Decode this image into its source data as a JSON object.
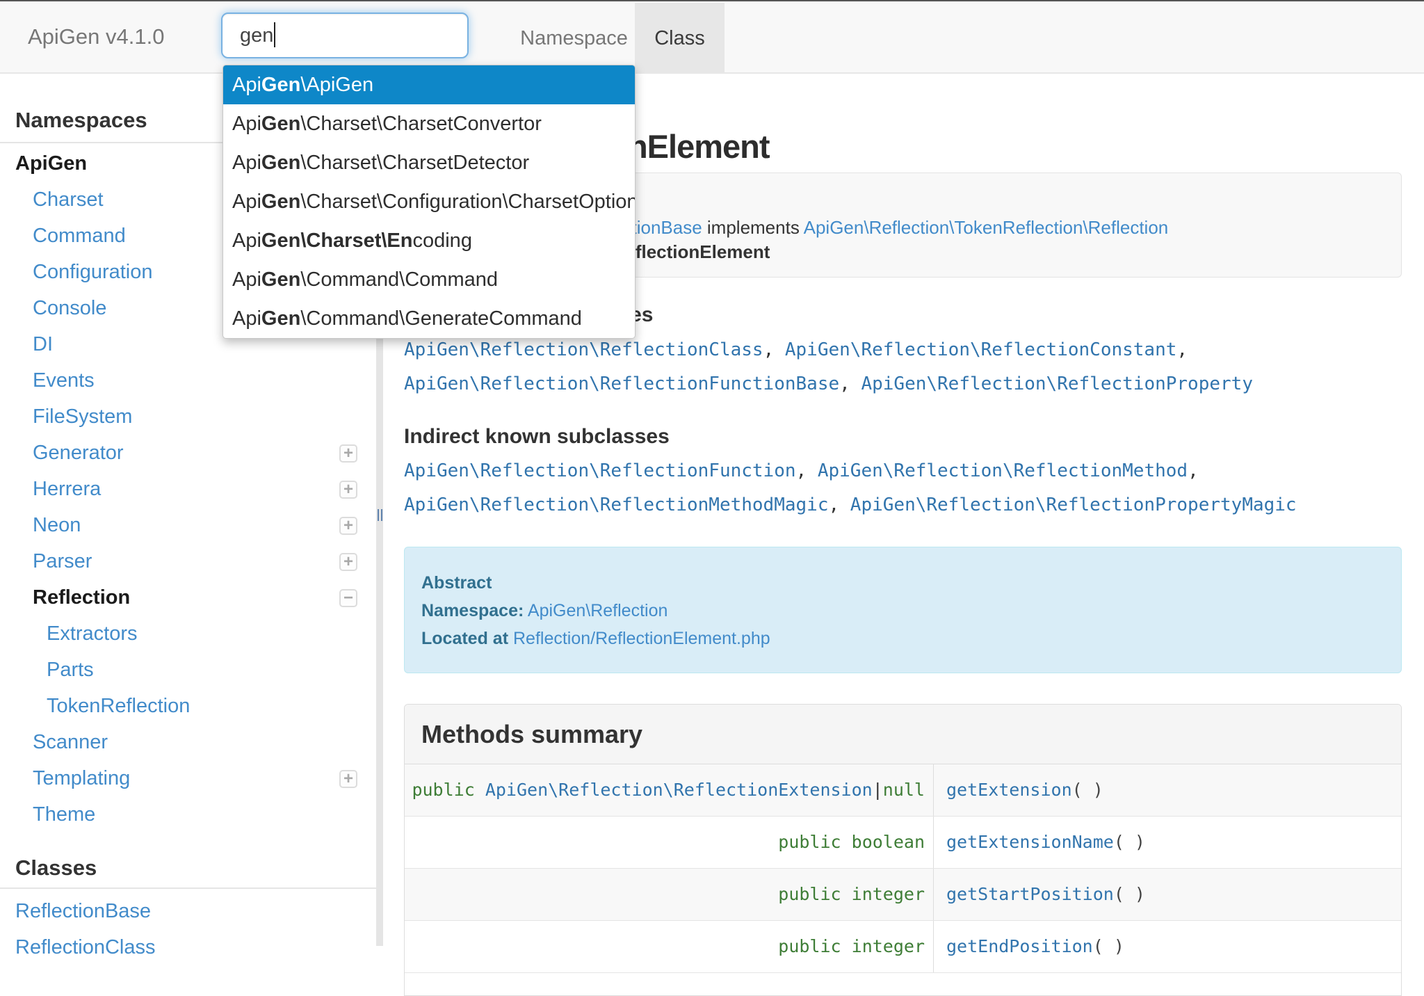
{
  "colors": {
    "accent_blue": "#0e87c8",
    "link_sans": "#428bca",
    "link_mono": "#3174ad",
    "keyword_green": "#3e7d36",
    "info_text": "#31708f",
    "info_bg": "#d9edf7",
    "tab_active_bg": "#e7e7e7"
  },
  "header": {
    "brand": "ApiGen v4.1.0",
    "search": {
      "value": "gen",
      "placeholder": ""
    },
    "tabs": [
      {
        "label": "Namespace",
        "active": false
      },
      {
        "label": "Class",
        "active": true
      }
    ]
  },
  "autocomplete": {
    "items": [
      {
        "selected": true,
        "segments": [
          [
            "Api",
            false
          ],
          [
            "Gen",
            true
          ],
          [
            "\\ApiGen",
            false
          ]
        ]
      },
      {
        "selected": false,
        "segments": [
          [
            "Api",
            false
          ],
          [
            "Gen",
            true
          ],
          [
            "\\Charset\\CharsetConvertor",
            false
          ]
        ]
      },
      {
        "selected": false,
        "segments": [
          [
            "Api",
            false
          ],
          [
            "Gen",
            true
          ],
          [
            "\\Charset\\CharsetDetector",
            false
          ]
        ]
      },
      {
        "selected": false,
        "segments": [
          [
            "Api",
            false
          ],
          [
            "Gen",
            true
          ],
          [
            "\\Charset\\Configuration\\CharsetOptionsR...",
            false
          ]
        ]
      },
      {
        "selected": false,
        "segments": [
          [
            "Api",
            false
          ],
          [
            "Gen\\Charset\\En",
            true
          ],
          [
            "coding",
            false
          ]
        ]
      },
      {
        "selected": false,
        "segments": [
          [
            "Api",
            false
          ],
          [
            "Gen",
            true
          ],
          [
            "\\Command\\Command",
            false
          ]
        ]
      },
      {
        "selected": false,
        "segments": [
          [
            "Api",
            false
          ],
          [
            "Gen",
            true
          ],
          [
            "\\Command\\GenerateCommand",
            false
          ]
        ]
      }
    ]
  },
  "sidebar": {
    "namespaces_heading": "Namespaces",
    "namespace_items": [
      {
        "label": "ApiGen",
        "level": 1,
        "bold": true,
        "toggle": null
      },
      {
        "label": "Charset",
        "level": 2,
        "bold": false,
        "toggle": null
      },
      {
        "label": "Command",
        "level": 2,
        "bold": false,
        "toggle": null
      },
      {
        "label": "Configuration",
        "level": 2,
        "bold": false,
        "toggle": null
      },
      {
        "label": "Console",
        "level": 2,
        "bold": false,
        "toggle": null
      },
      {
        "label": "DI",
        "level": 2,
        "bold": false,
        "toggle": null
      },
      {
        "label": "Events",
        "level": 2,
        "bold": false,
        "toggle": null
      },
      {
        "label": "FileSystem",
        "level": 2,
        "bold": false,
        "toggle": null
      },
      {
        "label": "Generator",
        "level": 2,
        "bold": false,
        "toggle": "plus"
      },
      {
        "label": "Herrera",
        "level": 2,
        "bold": false,
        "toggle": "plus"
      },
      {
        "label": "Neon",
        "level": 2,
        "bold": false,
        "toggle": "plus"
      },
      {
        "label": "Parser",
        "level": 2,
        "bold": false,
        "toggle": "plus"
      },
      {
        "label": "Reflection",
        "level": 2,
        "bold": true,
        "toggle": "minus"
      },
      {
        "label": "Extractors",
        "level": 3,
        "bold": false,
        "toggle": null
      },
      {
        "label": "Parts",
        "level": 3,
        "bold": false,
        "toggle": null
      },
      {
        "label": "TokenReflection",
        "level": 3,
        "bold": false,
        "toggle": null
      },
      {
        "label": "Scanner",
        "level": 2,
        "bold": false,
        "toggle": null
      },
      {
        "label": "Templating",
        "level": 2,
        "bold": false,
        "toggle": "plus"
      },
      {
        "label": "Theme",
        "level": 2,
        "bold": false,
        "toggle": null
      }
    ],
    "classes_heading": "Classes",
    "class_items": [
      {
        "label": "ReflectionBase"
      },
      {
        "label": "ReflectionClass"
      }
    ]
  },
  "content": {
    "page_title": "Class ReflectionElement",
    "tree": {
      "parent_link": "ApiGen\\Reflection\\ReflectionBase",
      "implements_word": " implements ",
      "interface_link": "ApiGen\\Reflection\\TokenReflection\\Reflection",
      "current_class": "ApiGen\\Reflection\\ReflectionElement"
    },
    "direct_heading": "Direct known subclasses",
    "direct_lines": [
      [
        [
          "ApiGen\\Reflection\\ReflectionClass",
          "link"
        ],
        [
          ", ",
          "pl"
        ],
        [
          "ApiGen\\Reflection\\ReflectionConstant",
          "link"
        ],
        [
          ",",
          "pl"
        ]
      ],
      [
        [
          "ApiGen\\Reflection\\ReflectionFunctionBase",
          "link"
        ],
        [
          ", ",
          "pl"
        ],
        [
          "ApiGen\\Reflection\\ReflectionProperty",
          "link"
        ]
      ]
    ],
    "indirect_heading": "Indirect known subclasses",
    "indirect_lines": [
      [
        [
          "ApiGen\\Reflection\\ReflectionFunction",
          "link"
        ],
        [
          ", ",
          "pl"
        ],
        [
          "ApiGen\\Reflection\\ReflectionMethod",
          "link"
        ],
        [
          ",",
          "pl"
        ]
      ],
      [
        [
          "ApiGen\\Reflection\\ReflectionMethodMagic",
          "link"
        ],
        [
          ", ",
          "pl"
        ],
        [
          "ApiGen\\Reflection\\ReflectionPropertyMagic",
          "link"
        ]
      ]
    ],
    "info_box": {
      "abstract_label": "Abstract",
      "namespace_label": "Namespace:",
      "namespace_link": "ApiGen\\Reflection",
      "located_label": "Located at",
      "located_link": "Reflection/ReflectionElement.php"
    },
    "methods": {
      "title": "Methods summary",
      "rows": [
        {
          "signature": [
            [
              "public ",
              "kw"
            ],
            [
              "ApiGen\\Reflection\\ReflectionExtension",
              "link"
            ],
            [
              "|",
              "pl"
            ],
            [
              "null",
              "kw"
            ]
          ],
          "method": "getExtension",
          "parens": "( )"
        },
        {
          "signature": [
            [
              "public boolean",
              "kw"
            ]
          ],
          "method": "getExtensionName",
          "parens": "( )"
        },
        {
          "signature": [
            [
              "public integer",
              "kw"
            ]
          ],
          "method": "getStartPosition",
          "parens": "( )"
        },
        {
          "signature": [
            [
              "public integer",
              "kw"
            ]
          ],
          "method": "getEndPosition",
          "parens": "( )"
        }
      ]
    }
  },
  "icons": {
    "expand": "plus-icon",
    "collapse": "minus-icon",
    "splitter": "resize-handle-icon"
  }
}
